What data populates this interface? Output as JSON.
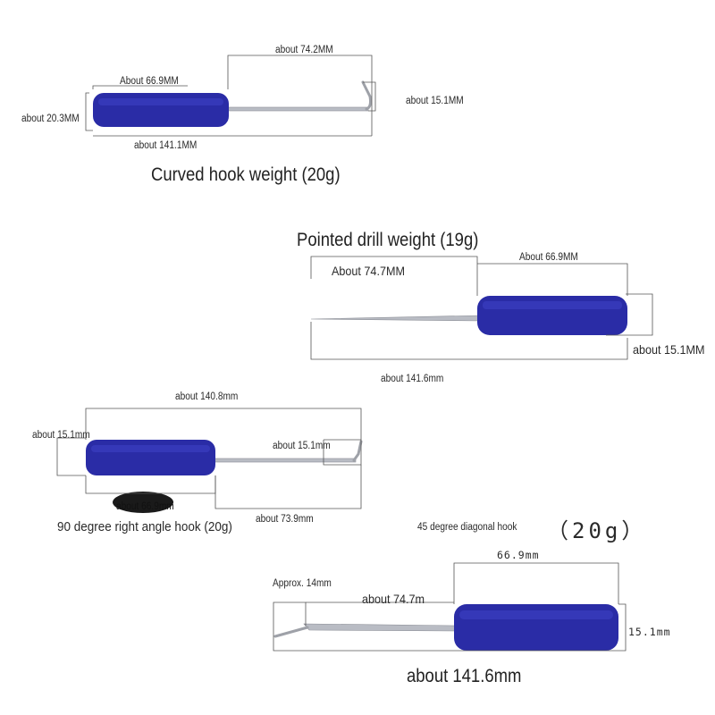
{
  "colors": {
    "handle": "#2a2ca6",
    "handle_dark": "#1c1e7e",
    "steel": "#b9bcc4",
    "dim_line": "#444444"
  },
  "curved_hook": {
    "caption": "Curved hook weight (20g)",
    "dim_shaft": "about 74.2MM",
    "dim_handle": "About 66.9MM",
    "dim_height": "about 20.3MM",
    "dim_tip": "about 15.1MM",
    "dim_total": "about 141.1MM"
  },
  "pointed_drill": {
    "caption": "Pointed drill weight (19g)",
    "dim_shaft": "About 74.7MM",
    "dim_handle": "About 66.9MM",
    "dim_height": "about 15.1MM",
    "dim_total": "about 141.6mm"
  },
  "right_angle_hook": {
    "caption": "90 degree right angle hook (20g)",
    "dim_total": "about 140.8mm",
    "dim_height": "about 15.1mm",
    "dim_tip": "about 15.1mm",
    "dim_handle": "about 66.9mm",
    "dim_shaft": "about 73.9mm"
  },
  "diagonal_hook": {
    "caption": "45 degree diagonal hook",
    "weight": "（20g）",
    "dim_handle": "66.9mm",
    "dim_tip": "Approx. 14mm",
    "dim_shaft": "about 74.7m",
    "dim_height": "15.1mm",
    "dim_total": "about 141.6mm"
  }
}
